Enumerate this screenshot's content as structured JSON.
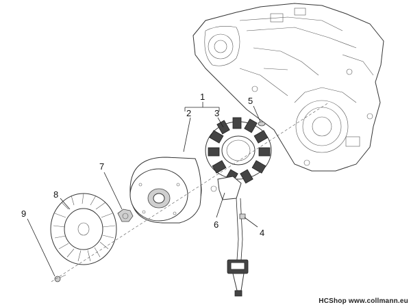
{
  "callouts": [
    "1",
    "2",
    "3",
    "4",
    "5",
    "6",
    "7",
    "8",
    "9"
  ],
  "watermark": "HCShop www.collmann.eu"
}
